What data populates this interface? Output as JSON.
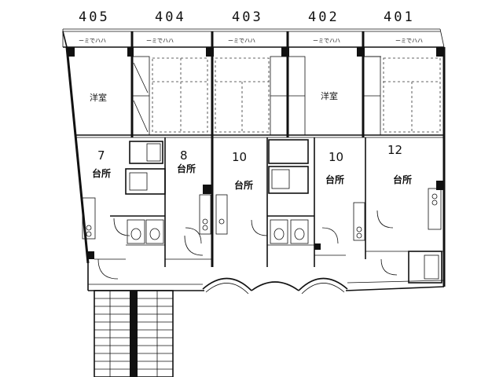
{
  "units": [
    {
      "number": "405",
      "kitchen": "台所",
      "size": "7",
      "western": "洋室",
      "balcony": "ーミでハハ"
    },
    {
      "number": "404",
      "kitchen": "台所",
      "size": "8",
      "western": "",
      "balcony": "ーミでハハ"
    },
    {
      "number": "403",
      "kitchen": "台所",
      "size": "10",
      "western": "",
      "balcony": "ーミでハハ"
    },
    {
      "number": "402",
      "kitchen": "台所",
      "size": "10",
      "western": "洋室",
      "balcony": "ーミでハハ"
    },
    {
      "number": "401",
      "kitchen": "台所",
      "size": "12",
      "western": "",
      "balcony": "ーミでハハ"
    }
  ]
}
